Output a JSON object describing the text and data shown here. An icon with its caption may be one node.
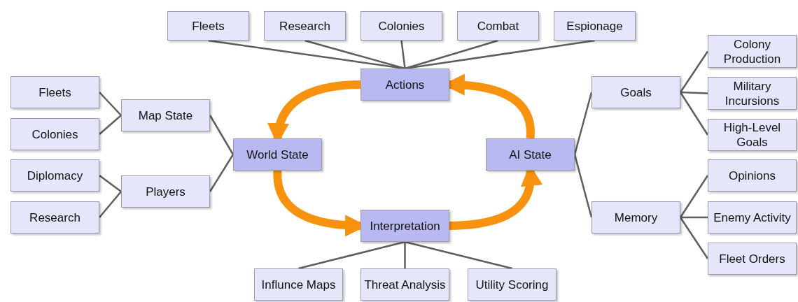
{
  "diagram": {
    "nodes": [
      {
        "text": [
          "Fleets"
        ]
      },
      {
        "text": [
          "Research"
        ]
      },
      {
        "text": [
          "Colonies"
        ]
      },
      {
        "text": [
          "Combat"
        ]
      },
      {
        "text": [
          "Espionage"
        ]
      },
      {
        "text": [
          "Actions"
        ]
      },
      {
        "text": [
          "Fleets"
        ]
      },
      {
        "text": [
          "Colonies"
        ]
      },
      {
        "text": [
          "Diplomacy"
        ]
      },
      {
        "text": [
          "Research"
        ]
      },
      {
        "text": [
          "Map State"
        ]
      },
      {
        "text": [
          "Players"
        ]
      },
      {
        "text": [
          "World State"
        ]
      },
      {
        "text": [
          "AI State"
        ]
      },
      {
        "text": [
          "Goals"
        ]
      },
      {
        "text": [
          "Memory"
        ]
      },
      {
        "text": [
          "Colony Production"
        ]
      },
      {
        "text": [
          "Military Incursions"
        ]
      },
      {
        "text": [
          "High-Level Goals"
        ]
      },
      {
        "text": [
          "Opinions"
        ]
      },
      {
        "text": [
          "Enemy Activity"
        ]
      },
      {
        "text": [
          "Fleet Orders"
        ]
      },
      {
        "text": [
          "Interpretation"
        ]
      },
      {
        "text": [
          "Influnce Maps"
        ]
      },
      {
        "text": [
          "Threat Analysis"
        ]
      },
      {
        "text": [
          "Utility Scoring"
        ]
      }
    ],
    "edges": [
      {
        "from": 0,
        "to": 5,
        "arrow": "none"
      },
      {
        "from": 1,
        "to": 5,
        "arrow": "none"
      },
      {
        "from": 2,
        "to": 5,
        "arrow": "none"
      },
      {
        "from": 3,
        "to": 5,
        "arrow": "none"
      },
      {
        "from": 4,
        "to": 5,
        "arrow": "none"
      },
      {
        "from": 10,
        "to": 6,
        "arrow": "none"
      },
      {
        "from": 10,
        "to": 7,
        "arrow": "none"
      },
      {
        "from": 11,
        "to": 8,
        "arrow": "none"
      },
      {
        "from": 11,
        "to": 9,
        "arrow": "none"
      },
      {
        "from": 12,
        "to": 10,
        "arrow": "none"
      },
      {
        "from": 12,
        "to": 11,
        "arrow": "none"
      },
      {
        "from": 13,
        "to": 14,
        "arrow": "none"
      },
      {
        "from": 13,
        "to": 15,
        "arrow": "none"
      },
      {
        "from": 14,
        "to": 16,
        "arrow": "none"
      },
      {
        "from": 14,
        "to": 17,
        "arrow": "none"
      },
      {
        "from": 14,
        "to": 18,
        "arrow": "none"
      },
      {
        "from": 15,
        "to": 19,
        "arrow": "none"
      },
      {
        "from": 15,
        "to": 20,
        "arrow": "none"
      },
      {
        "from": 15,
        "to": 21,
        "arrow": "none"
      },
      {
        "from": 22,
        "to": 23,
        "arrow": "none"
      },
      {
        "from": 22,
        "to": 24,
        "arrow": "none"
      },
      {
        "from": 22,
        "to": 25,
        "arrow": "none"
      },
      {
        "from": 5,
        "to": 12,
        "arrow": "to",
        "style": "thick",
        "color": "#f7920f"
      },
      {
        "from": 12,
        "to": 22,
        "arrow": "to",
        "style": "thick",
        "color": "#f7920f"
      },
      {
        "from": 22,
        "to": 13,
        "arrow": "to",
        "style": "thick",
        "color": "#f7920f"
      },
      {
        "from": 13,
        "to": 5,
        "arrow": "to",
        "style": "thick",
        "color": "#f7920f"
      }
    ]
  }
}
